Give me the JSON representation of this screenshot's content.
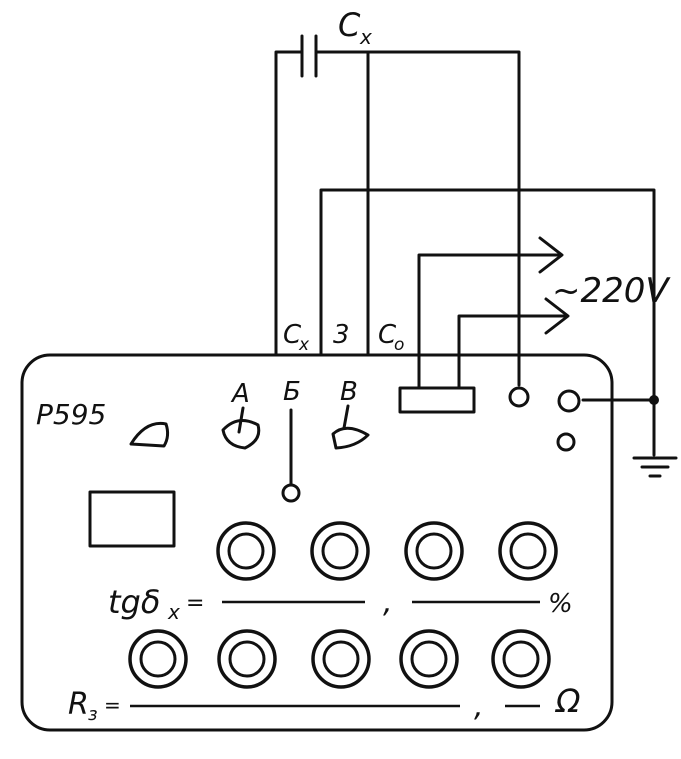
{
  "labels": {
    "capacitor_top": "C",
    "capacitor_top_sub": "x",
    "voltage": "~220V",
    "terminal_cx": "C",
    "terminal_cx_sub": "x",
    "terminal_3": "3",
    "terminal_co": "C",
    "terminal_co_sub": "o",
    "device_model": "P595",
    "switch_a": "A",
    "switch_b": "Б",
    "switch_v": "B",
    "tg_label": "tgδ",
    "tg_sub": "x",
    "tg_eq": "=",
    "comma": ",",
    "percent": "%",
    "r_label": "R",
    "r_sub": "з",
    "r_eq": "=",
    "ohm": "Ω"
  },
  "decade_knobs": {
    "tg_row_count": 4,
    "r_row_count": 5
  },
  "icons": [
    "capacitor-icon",
    "ground-icon",
    "arrow-icon",
    "rotary-switch-icon",
    "decade-knob-icon"
  ]
}
